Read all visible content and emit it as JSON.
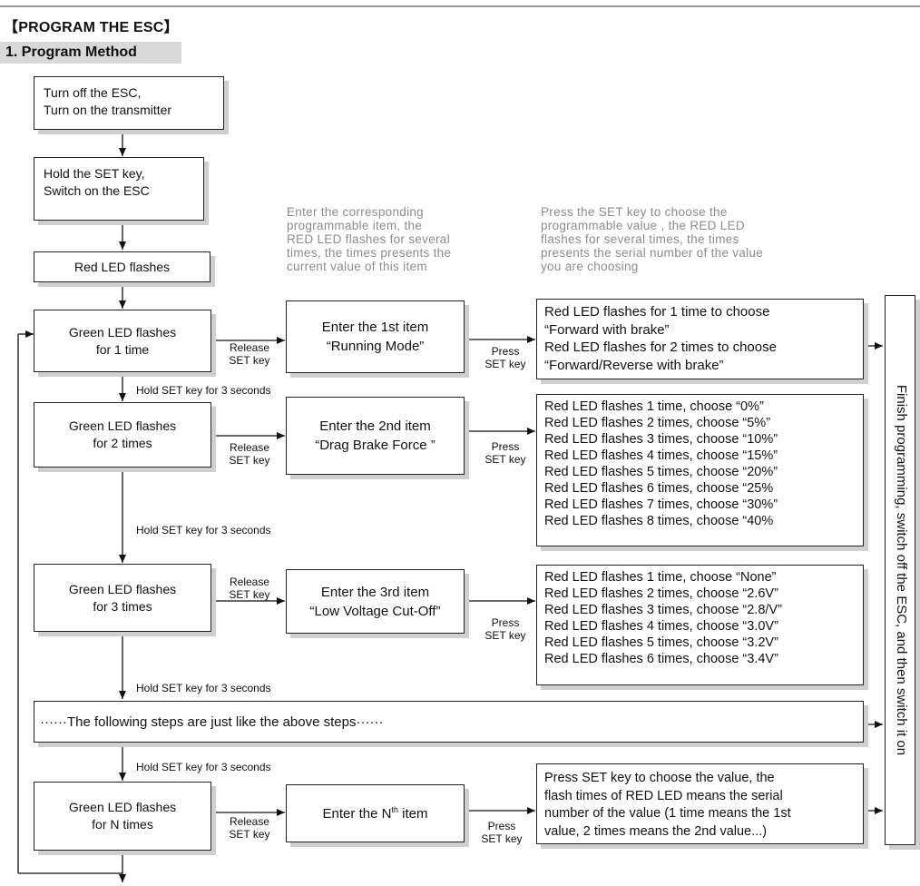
{
  "header": {
    "title": "【PROGRAM THE ESC】",
    "section": "1.  Program Method"
  },
  "steps": {
    "turn_off": [
      "Turn off the ESC,",
      "Turn on the transmitter"
    ],
    "hold_set": [
      "Hold the SET key,",
      "Switch on the ESC"
    ],
    "red_led": "Red LED flashes",
    "green_1": [
      "Green LED flashes",
      "for 1 time"
    ],
    "green_2": [
      "Green LED flashes",
      "for 2 times"
    ],
    "green_3": [
      "Green LED flashes",
      "for 3 times"
    ],
    "green_n": [
      "Green LED flashes",
      "for N times"
    ],
    "following": "······The following steps are just like the above steps······"
  },
  "items": {
    "item_1": [
      "Enter the 1st item",
      "“Running Mode”"
    ],
    "item_2": [
      "Enter the 2nd item",
      "“Drag Brake Force ”"
    ],
    "item_3": [
      "Enter the 3rd item",
      "“Low Voltage Cut-Off”"
    ],
    "item_n_prefix": "Enter the N",
    "item_n_sup": "th",
    "item_n_suffix": " item"
  },
  "notes": {
    "enter_item": [
      "Enter the corresponding",
      "programmable item, the",
      "RED LED flashes for several",
      "times, the times presents the",
      "current value of this item"
    ],
    "press_set": [
      "Press the SET key to choose the",
      "programmable value , the RED LED",
      "flashes for several times, the times",
      "presents the serial number of the  value",
      "you are choosing"
    ]
  },
  "values": {
    "v1": [
      "Red LED flashes for 1 time to choose",
      "  “Forward with brake”",
      "Red LED flashes for 2 times to  choose",
      "  “Forward/Reverse with brake”"
    ],
    "v2": [
      "Red LED flashes 1 time, choose “0%”",
      "Red LED flashes 2 times, choose “5%”",
      "Red LED flashes 3 times, choose “10%”",
      "Red LED flashes 4 times, choose “15%”",
      "Red LED flashes 5 times, choose “20%”",
      "Red LED flashes 6 times, choose “25%",
      "Red LED flashes 7 times, choose “30%”",
      "Red LED flashes 8 times, choose “40%"
    ],
    "v3": [
      "Red LED flashes 1 time, choose “None”",
      "Red LED flashes 2 times, choose “2.6V”",
      "Red LED flashes 3 times, choose “2.8/V”",
      "Red LED flashes 4 times, choose “3.0V”",
      "Red LED flashes 5 times, choose “3.2V”",
      "Red LED flashes 6 times, choose “3.4V”"
    ],
    "vn": [
      "Press SET key to choose the value, the",
      "flash times of RED LED means the serial",
      "number of the value (1 time means the 1st",
      "value, 2 times means the 2nd value...)"
    ]
  },
  "labels": {
    "release": [
      "Release",
      "SET key"
    ],
    "press": [
      "Press",
      "SET key"
    ],
    "hold3": "Hold SET key for 3 seconds"
  },
  "finish": "Finish programming, switch off the ESC, and then switch it on"
}
